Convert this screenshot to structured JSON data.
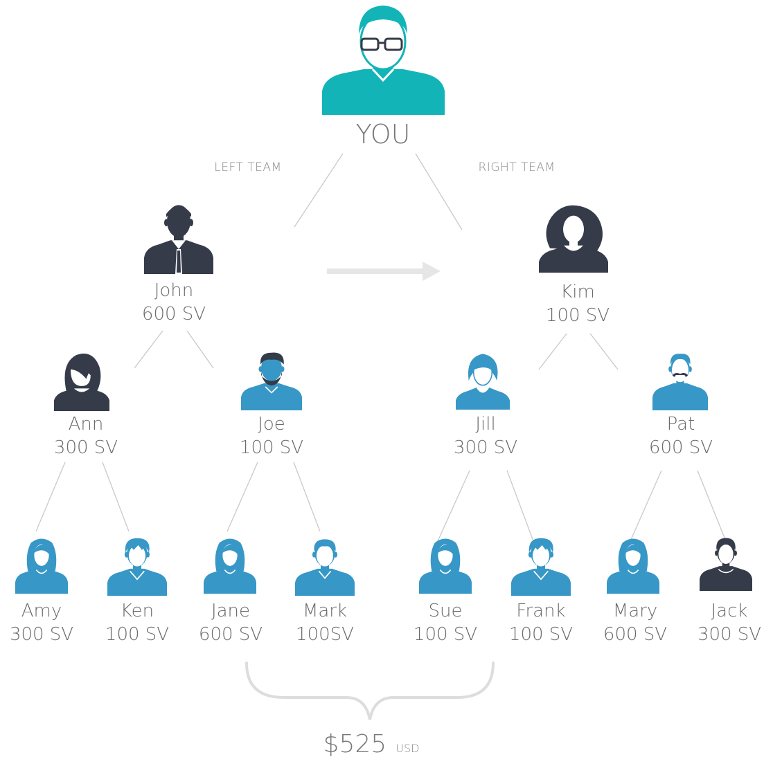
{
  "root": {
    "label": "YOU"
  },
  "teams": {
    "left": "LEFT TEAM",
    "right": "RIGHT TEAM"
  },
  "people": {
    "john": {
      "name": "John",
      "sv": "600 SV"
    },
    "kim": {
      "name": "Kim",
      "sv": "100 SV"
    },
    "ann": {
      "name": "Ann",
      "sv": "300 SV"
    },
    "joe": {
      "name": "Joe",
      "sv": "100 SV"
    },
    "jill": {
      "name": "Jill",
      "sv": "300 SV"
    },
    "pat": {
      "name": "Pat",
      "sv": "600 SV"
    },
    "amy": {
      "name": "Amy",
      "sv": "300 SV"
    },
    "ken": {
      "name": "Ken",
      "sv": "100 SV"
    },
    "jane": {
      "name": "Jane",
      "sv": "600 SV"
    },
    "mark": {
      "name": "Mark",
      "sv": "100SV"
    },
    "sue": {
      "name": "Sue",
      "sv": "100 SV"
    },
    "frank": {
      "name": "Frank",
      "sv": "100 SV"
    },
    "mary": {
      "name": "Mary",
      "sv": "600 SV"
    },
    "jack": {
      "name": "Jack",
      "sv": "300 SV"
    }
  },
  "total": {
    "amount": "$525",
    "currency": "USD"
  },
  "colors": {
    "teal": "#12b4b7",
    "dark": "#353b48",
    "blue": "#3797c6",
    "line": "#c9c9c9",
    "text": "#6b6b6b"
  },
  "icons": {
    "root": "man-glasses-icon",
    "john": "man-tie-icon",
    "kim": "woman-curly-icon",
    "ann": "woman-bob-icon",
    "joe": "man-beard-icon",
    "jill": "woman-short-icon",
    "pat": "man-mustache-icon",
    "amy": "woman-long-icon",
    "ken": "man-spiky-icon",
    "jane": "woman-long-icon",
    "mark": "man-short-icon",
    "sue": "woman-long-icon",
    "frank": "man-spiky-icon",
    "mary": "woman-long-icon",
    "jack": "man-short-icon"
  }
}
